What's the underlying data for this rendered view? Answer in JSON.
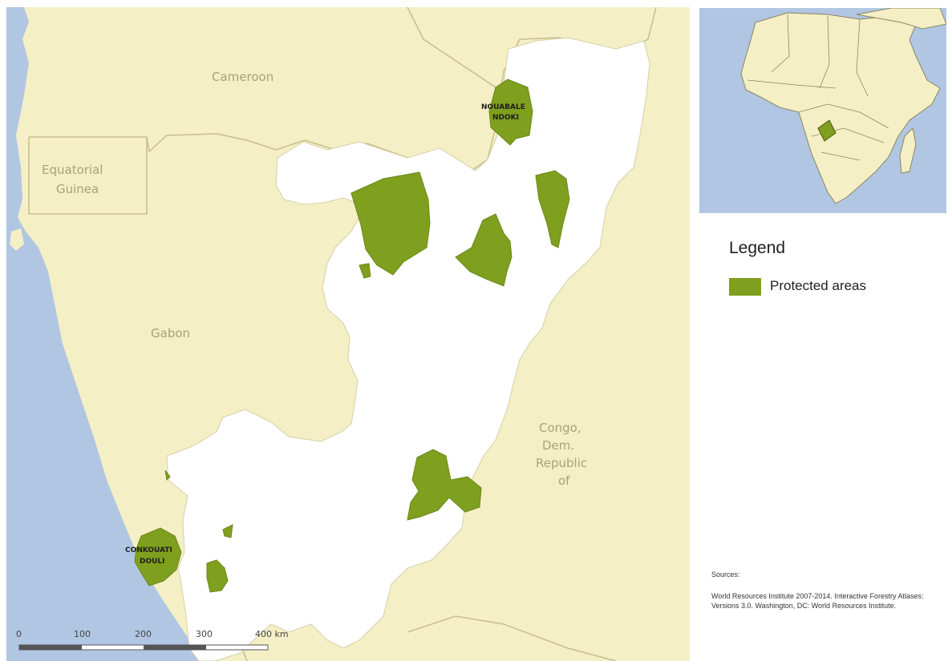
{
  "map": {
    "countries": {
      "cameroon": "Cameroon",
      "equatorial_guinea_1": "Equatorial",
      "equatorial_guinea_2": "Guinea",
      "gabon": "Gabon",
      "drc_1": "Congo,",
      "drc_2": "Dem.",
      "drc_3": "Republic",
      "drc_4": "of"
    },
    "protected_area_labels": {
      "nouabale_1": "NOUABALE",
      "nouabale_2": "NDOKI",
      "conkouati_1": "CONKOUATI",
      "conkouati_2": "DOULI"
    },
    "scale_bar": {
      "ticks": [
        "0",
        "100",
        "200",
        "300",
        "400 km"
      ]
    },
    "colors": {
      "land": "#f5efc6",
      "congo": "#ffffff",
      "ocean": "#b0c6e2",
      "protected": "#7f9f1e",
      "border": "#c7bd8c"
    }
  },
  "legend": {
    "title": "Legend",
    "items": [
      {
        "label": "Protected areas",
        "color": "#7f9f1e"
      }
    ]
  },
  "sources": {
    "heading": "Sources:",
    "text": "World Resources Institute 2007-2014. Interactive Forestry Atlases: Versions 3.0. Washington, DC: World Resources Institute."
  }
}
